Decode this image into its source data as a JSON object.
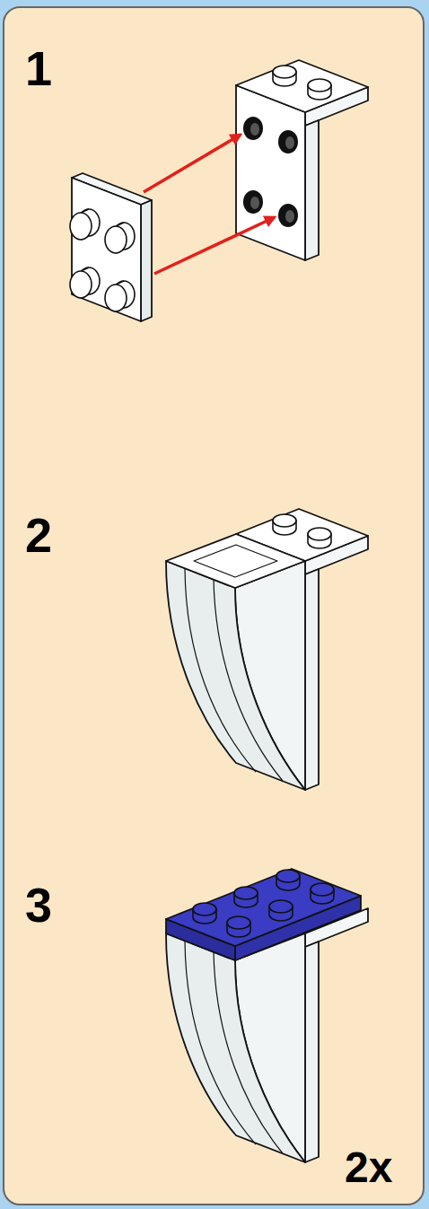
{
  "diagram": {
    "labels": [
      "1",
      "2",
      "3",
      "2x"
    ]
  }
}
